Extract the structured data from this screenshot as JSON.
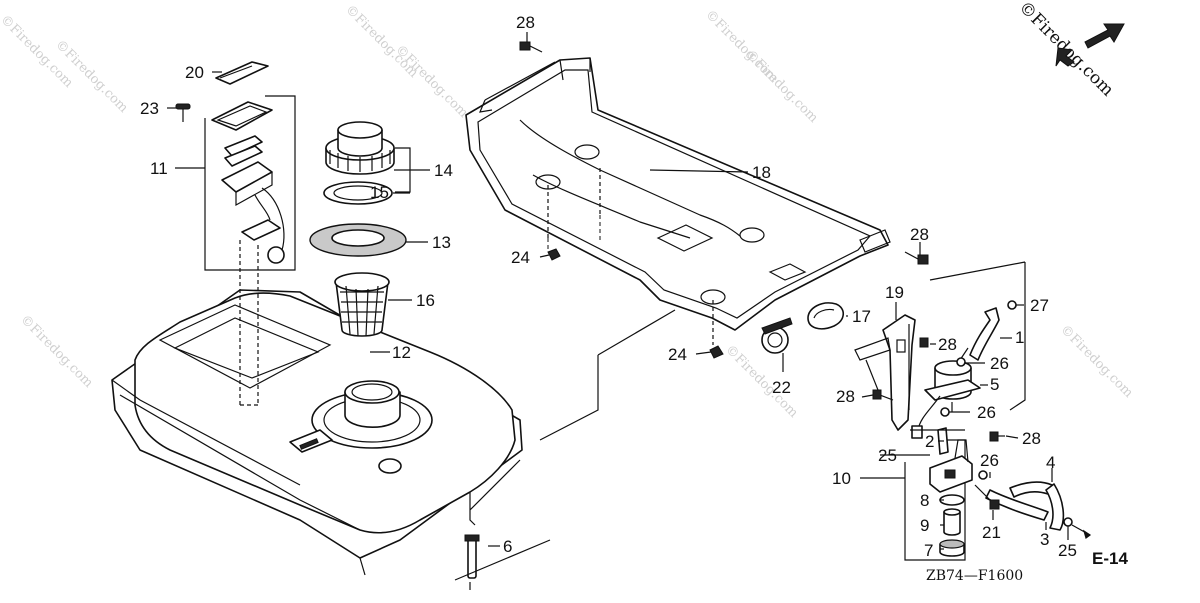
{
  "diagram": {
    "part_labels": [
      "1",
      "2",
      "3",
      "4",
      "5",
      "6",
      "7",
      "8",
      "9",
      "10",
      "11",
      "12",
      "13",
      "14",
      "15",
      "16",
      "17",
      "18",
      "19",
      "20",
      "21",
      "22",
      "23",
      "24",
      "24",
      "25",
      "25",
      "26",
      "26",
      "26",
      "27",
      "28",
      "28",
      "28",
      "28",
      "28"
    ],
    "section_code": "E-14",
    "drawing_code": "ZB74—F1600",
    "watermark": "©Firedog.com",
    "corner_mark": "©Firedog.com"
  }
}
